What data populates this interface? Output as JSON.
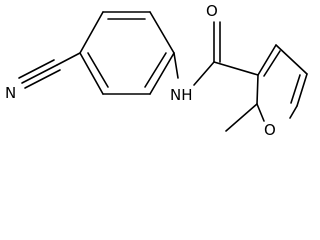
{
  "atoms": {
    "N_nitrile": "N",
    "NH": "NH",
    "O_carbonyl": "O",
    "O_furan": "O"
  },
  "colors": {
    "bond": "#000000",
    "background": "#ffffff"
  }
}
